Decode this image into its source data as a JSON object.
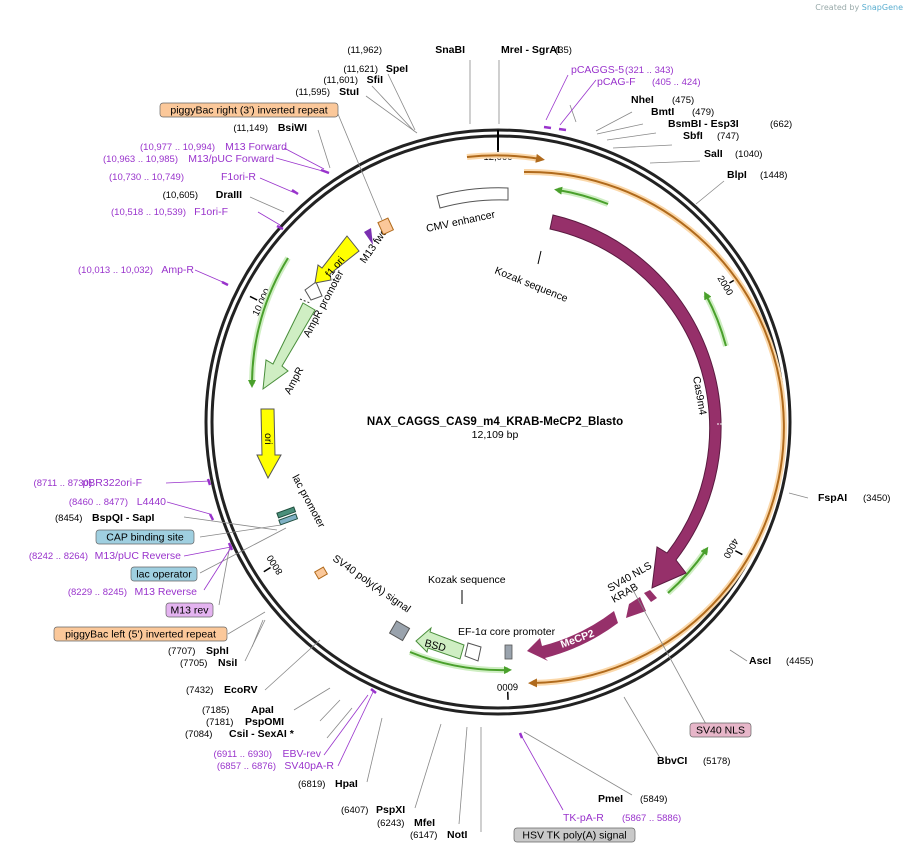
{
  "credit": {
    "prefix": "Created by",
    "brand": "SnapGene"
  },
  "plasmid": {
    "name": "NAX_CAGGS_CAS9_m4_KRAB-MeCP2_Blasto",
    "length_label": "12,109 bp",
    "length": 12109
  },
  "ticks": [
    {
      "bp": 0,
      "label": "12,000"
    },
    {
      "bp": 1985,
      "label": "2000"
    },
    {
      "bp": 3985,
      "label": "4000"
    },
    {
      "bp": 5985,
      "label": "6000"
    },
    {
      "bp": 7985,
      "label": "8000"
    },
    {
      "bp": 9985,
      "label": "10,000"
    }
  ],
  "enzymes": [
    {
      "name": "SnaBI",
      "pos": "(11,962)"
    },
    {
      "name": "MreI",
      "suffix": " - SgrAI",
      "pos": "(35)"
    },
    {
      "name": "SpeI",
      "pos": "(11,621)"
    },
    {
      "name": "SfiI",
      "pos": "(11,601)"
    },
    {
      "name": "StuI",
      "pos": "(11,595)"
    },
    {
      "name": "BsiWI",
      "pos": "(11,149)"
    },
    {
      "name": "DraIII",
      "pos": "(10,605)"
    },
    {
      "name": "NheI",
      "pos": "(475)"
    },
    {
      "name": "BmtI",
      "pos": "(479)"
    },
    {
      "name": "BsmBI",
      "suffix": " - Esp3I",
      "pos": "(662)"
    },
    {
      "name": "SbfI",
      "pos": "(747)"
    },
    {
      "name": "SalI",
      "pos": "(1040)"
    },
    {
      "name": "BlpI",
      "pos": "(1448)"
    },
    {
      "name": "FspAI",
      "pos": "(3450)"
    },
    {
      "name": "AscI",
      "pos": "(4455)"
    },
    {
      "name": "BbvCI",
      "pos": "(5178)"
    },
    {
      "name": "PmeI",
      "pos": "(5849)"
    },
    {
      "name": "NotI",
      "pos": "(6147)"
    },
    {
      "name": "MfeI",
      "pos": "(6243)"
    },
    {
      "name": "PspXI",
      "pos": "(6407)"
    },
    {
      "name": "HpaI",
      "pos": "(6819)"
    },
    {
      "name": "CsiI",
      "suffix": " - SexAI *",
      "pos": "(7084)"
    },
    {
      "name": "PspOMI",
      "pos": "(7181)"
    },
    {
      "name": "ApaI",
      "pos": "(7185)"
    },
    {
      "name": "EcoRV",
      "pos": "(7432)"
    },
    {
      "name": "NsiI",
      "pos": "(7705)"
    },
    {
      "name": "SphI",
      "pos": "(7707)"
    },
    {
      "name": "BspQI",
      "suffix": " - SapI",
      "pos": "(8454)"
    }
  ],
  "primers": [
    {
      "name": "pCAGGS-5",
      "range": "(321 .. 343)"
    },
    {
      "name": "pCAG-F",
      "range": "(405 .. 424)"
    },
    {
      "name": "M13 Forward",
      "range": "(10,977 .. 10,994)"
    },
    {
      "name": "M13/pUC Forward",
      "range": "(10,963 .. 10,985)"
    },
    {
      "name": "F1ori-R",
      "range": "(10,730 .. 10,749)"
    },
    {
      "name": "F1ori-F",
      "range": "(10,518 .. 10,539)"
    },
    {
      "name": "Amp-R",
      "range": "(10,013 .. 10,032)"
    },
    {
      "name": "pBR322ori-F",
      "range": "(8711 .. 8730)"
    },
    {
      "name": "L4440",
      "range": "(8460 .. 8477)"
    },
    {
      "name": "M13/pUC Reverse",
      "range": "(8242 .. 8264)"
    },
    {
      "name": "M13 Reverse",
      "range": "(8229 .. 8245)"
    },
    {
      "name": "EBV-rev",
      "range": "(6911 .. 6930)"
    },
    {
      "name": "SV40pA-R",
      "range": "(6857 .. 6876)"
    },
    {
      "name": "TK-pA-R",
      "range": "(5867 .. 5886)"
    }
  ],
  "boxed_labels": [
    {
      "text": "piggyBac right (3') inverted repeat",
      "color": "#fbc89a"
    },
    {
      "text": "CAP binding site",
      "color": "#9fcfe0"
    },
    {
      "text": "lac operator",
      "color": "#9fcfe0"
    },
    {
      "text": "M13 rev",
      "color": "#e4b3f0"
    },
    {
      "text": "piggyBac left (5') inverted repeat",
      "color": "#fbc89a"
    },
    {
      "text": "SV40 NLS",
      "color": "#e7b6c9"
    },
    {
      "text": "HSV TK poly(A) signal",
      "color": "#c9c9c9"
    }
  ],
  "feature_labels": {
    "cmv": "CMV enhancer",
    "kozak1": "Kozak sequence",
    "cas9": "Cas9m4",
    "sv40nls": "SV40 NLS",
    "krab": "KRAB",
    "mecp2": "MeCP2",
    "ef1a": "EF-1α core promoter",
    "kozak2": "Kozak sequence",
    "bsd": "BSD",
    "sv40pa": "SV40 poly(A) signal",
    "lac": "lac promoter",
    "ori": "ori",
    "ampr": "AmpR",
    "ampr_prom": "AmpR promoter",
    "f1ori": "f1 ori",
    "m13fwd": "M13 fwd"
  },
  "colors": {
    "backbone": "#222222",
    "cds": "#96306a",
    "promoter_green": "#cfeec3",
    "promoter_stroke": "#4a8f3c",
    "ori_yellow": "#ffff00",
    "orange_arc": "#f6b66a",
    "primer": "#9933cc"
  }
}
